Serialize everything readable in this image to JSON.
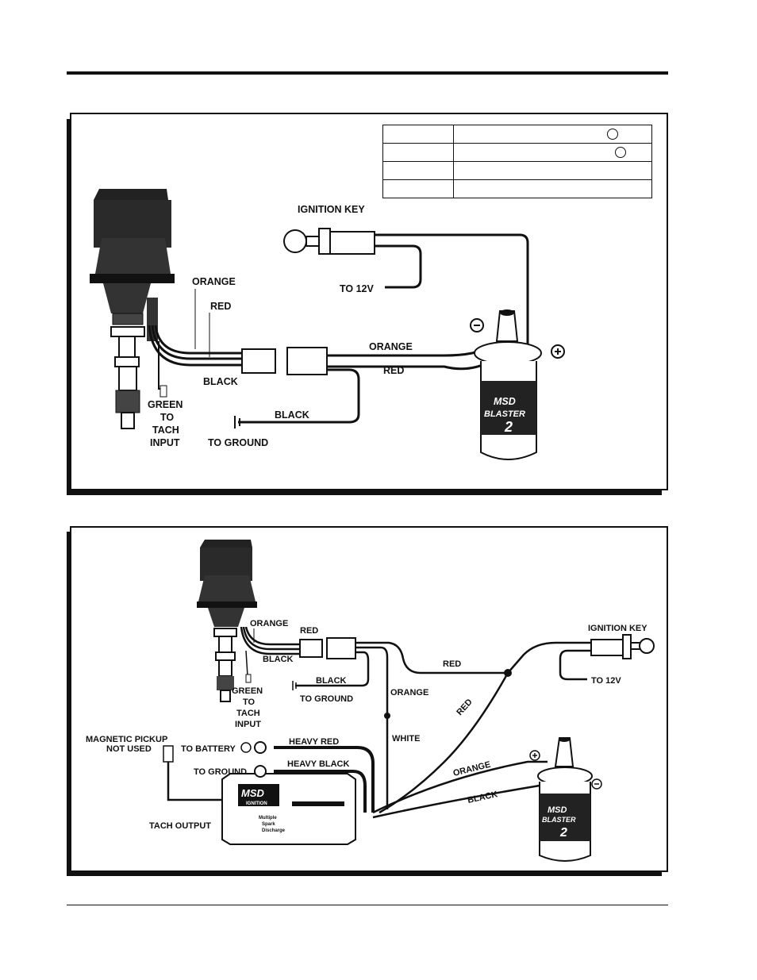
{
  "diagram1": {
    "labels": {
      "ignition_key": "IGNITION KEY",
      "to_12v": "TO 12V",
      "orange_left": "ORANGE",
      "red_left": "RED",
      "black_left": "BLACK",
      "orange_right": "ORANGE",
      "red_right": "RED",
      "black_ground": "BLACK",
      "to_ground": "TO GROUND",
      "green_line1": "GREEN",
      "green_line2": "TO",
      "green_line3": "TACH",
      "green_line4": "INPUT",
      "coil_brand": "MSD",
      "coil_model": "BLASTER",
      "coil_num": "2"
    }
  },
  "diagram2": {
    "labels": {
      "orange_top": "ORANGE",
      "red_top": "RED",
      "black_top": "BLACK",
      "black_ground": "BLACK",
      "to_ground_top": "TO GROUND",
      "green_line1": "GREEN",
      "green_line2": "TO",
      "green_line3": "TACH",
      "green_line4": "INPUT",
      "red_mid": "RED",
      "orange_mid": "ORANGE",
      "white": "WHITE",
      "red_diag": "RED",
      "orange_diag": "ORANGE",
      "black_diag": "BLACK",
      "ignition_key": "IGNITION KEY",
      "to_12v": "TO 12V",
      "mag_pickup_1": "MAGNETIC PICKUP",
      "mag_pickup_2": "NOT USED",
      "to_battery": "TO BATTERY",
      "heavy_red": "HEAVY RED",
      "to_ground_box": "TO GROUND",
      "heavy_black": "HEAVY BLACK",
      "tach_output": "TACH OUTPUT",
      "box_brand": "MSD",
      "box_sub": "IGNITION",
      "box_text1": "Multiple",
      "box_text2": "Spark",
      "box_text3": "Discharge",
      "coil_brand": "MSD",
      "coil_model": "BLASTER",
      "coil_num": "2"
    }
  },
  "colors": {
    "line": "#111111",
    "background": "#ffffff"
  }
}
